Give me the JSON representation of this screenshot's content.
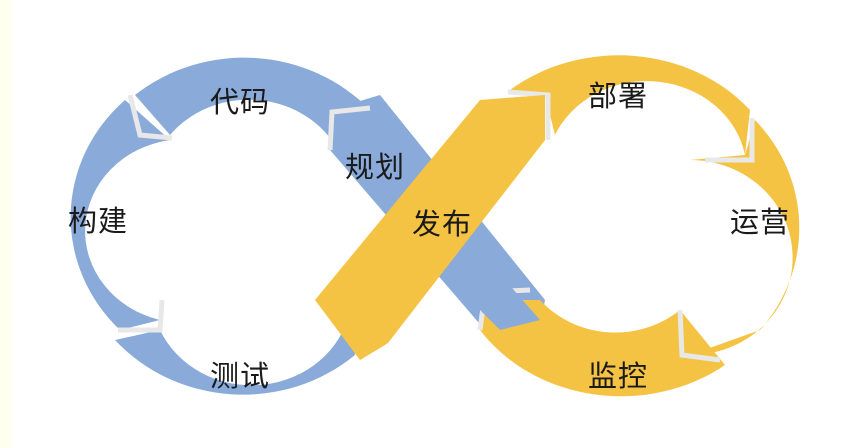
{
  "colors": {
    "background": "#ffffff",
    "left_strip": "#fffff0",
    "dev_loop": "#8aabd9",
    "ops_loop": "#f5c344",
    "gap": "#e8e8e8",
    "text": "#1a1a1a"
  },
  "diagram": {
    "type": "devops-infinity-loop",
    "dev_loop": {
      "color": "blue",
      "stages": [
        {
          "label": "规划"
        },
        {
          "label": "代码"
        },
        {
          "label": "构建"
        },
        {
          "label": "测试"
        }
      ]
    },
    "ops_loop": {
      "color": "yellow",
      "stages": [
        {
          "label": "发布"
        },
        {
          "label": "部署"
        },
        {
          "label": "运营"
        },
        {
          "label": "监控"
        }
      ]
    }
  }
}
